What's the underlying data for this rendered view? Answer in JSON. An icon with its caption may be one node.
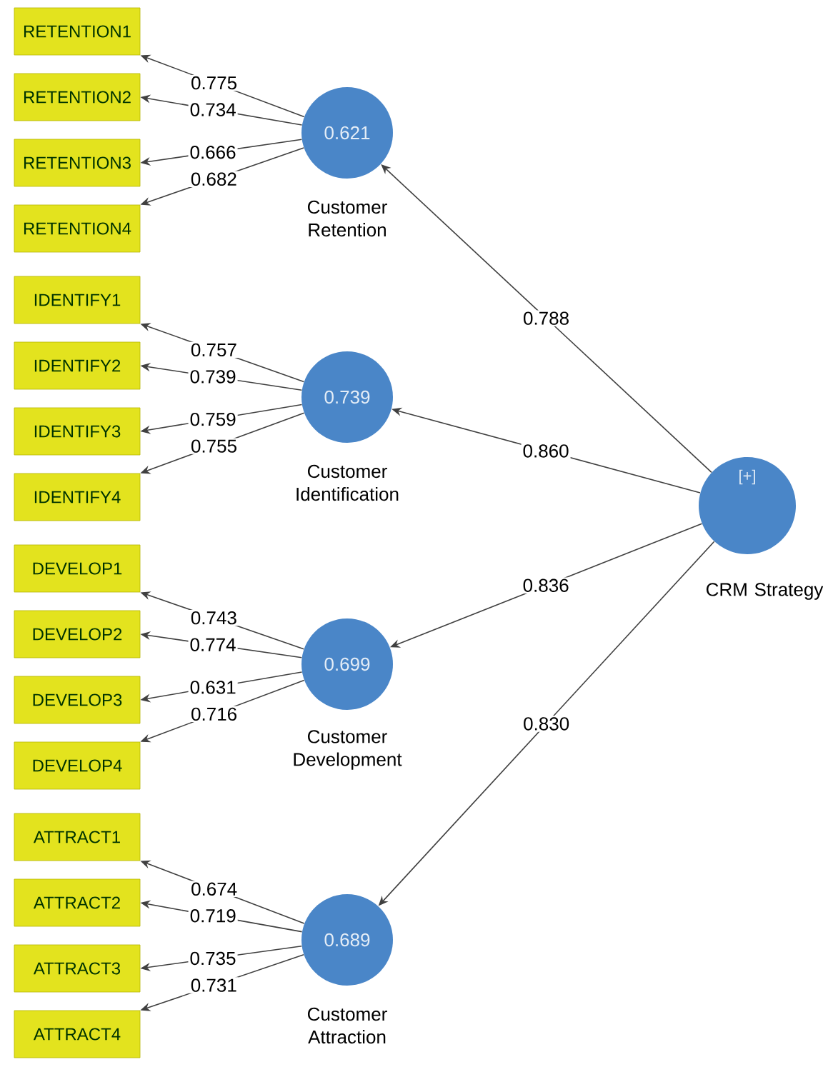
{
  "diagram": {
    "nodes": [
      {
        "text": [
          "RETENTION1"
        ]
      },
      {
        "text": [
          "RETENTION2"
        ]
      },
      {
        "text": [
          "RETENTION3"
        ]
      },
      {
        "text": [
          "RETENTION4"
        ]
      },
      {
        "text": [
          "0.621"
        ],
        "beside": [
          "Customer Retention"
        ]
      },
      {
        "text": [
          "IDENTIFY1"
        ]
      },
      {
        "text": [
          "IDENTIFY2"
        ]
      },
      {
        "text": [
          "IDENTIFY3"
        ]
      },
      {
        "text": [
          "IDENTIFY4"
        ]
      },
      {
        "text": [
          "0.739"
        ],
        "beside": [
          "Customer Identification"
        ]
      },
      {
        "text": [
          "DEVELOP1"
        ]
      },
      {
        "text": [
          "DEVELOP2"
        ]
      },
      {
        "text": [
          "DEVELOP3"
        ]
      },
      {
        "text": [
          "DEVELOP4"
        ]
      },
      {
        "text": [
          "0.699"
        ],
        "beside": [
          "Customer Development"
        ]
      },
      {
        "text": [
          "ATTRACT1"
        ]
      },
      {
        "text": [
          "ATTRACT2"
        ]
      },
      {
        "text": [
          "ATTRACT3"
        ]
      },
      {
        "text": [
          "ATTRACT4"
        ]
      },
      {
        "text": [
          "0.689"
        ],
        "beside": [
          "Customer Attraction"
        ]
      },
      {
        "text": [
          "[+]"
        ],
        "beside": [
          "CRM Strategy"
        ]
      }
    ],
    "edges": [
      {
        "from": 4,
        "to": 0,
        "arrow": "to",
        "label": "0.775"
      },
      {
        "from": 4,
        "to": 1,
        "arrow": "to",
        "label": "0.734"
      },
      {
        "from": 4,
        "to": 2,
        "arrow": "to",
        "label": "0.666"
      },
      {
        "from": 4,
        "to": 3,
        "arrow": "to",
        "label": "0.682"
      },
      {
        "from": 9,
        "to": 5,
        "arrow": "to",
        "label": "0.757"
      },
      {
        "from": 9,
        "to": 6,
        "arrow": "to",
        "label": "0.739"
      },
      {
        "from": 9,
        "to": 7,
        "arrow": "to",
        "label": "0.759"
      },
      {
        "from": 9,
        "to": 8,
        "arrow": "to",
        "label": "0.755"
      },
      {
        "from": 14,
        "to": 10,
        "arrow": "to",
        "label": "0.743"
      },
      {
        "from": 14,
        "to": 11,
        "arrow": "to",
        "label": "0.774"
      },
      {
        "from": 14,
        "to": 12,
        "arrow": "to",
        "label": "0.631"
      },
      {
        "from": 14,
        "to": 13,
        "arrow": "to",
        "label": "0.716"
      },
      {
        "from": 19,
        "to": 15,
        "arrow": "to",
        "label": "0.674"
      },
      {
        "from": 19,
        "to": 16,
        "arrow": "to",
        "label": "0.719"
      },
      {
        "from": 19,
        "to": 17,
        "arrow": "to",
        "label": "0.735"
      },
      {
        "from": 19,
        "to": 18,
        "arrow": "to",
        "label": "0.731"
      },
      {
        "from": 20,
        "to": 4,
        "arrow": "to",
        "label": "0.788"
      },
      {
        "from": 20,
        "to": 9,
        "arrow": "to",
        "label": "0.860"
      },
      {
        "from": 20,
        "to": 14,
        "arrow": "to",
        "label": "0.836"
      },
      {
        "from": 20,
        "to": 19,
        "arrow": "to",
        "label": "0.830"
      }
    ]
  }
}
